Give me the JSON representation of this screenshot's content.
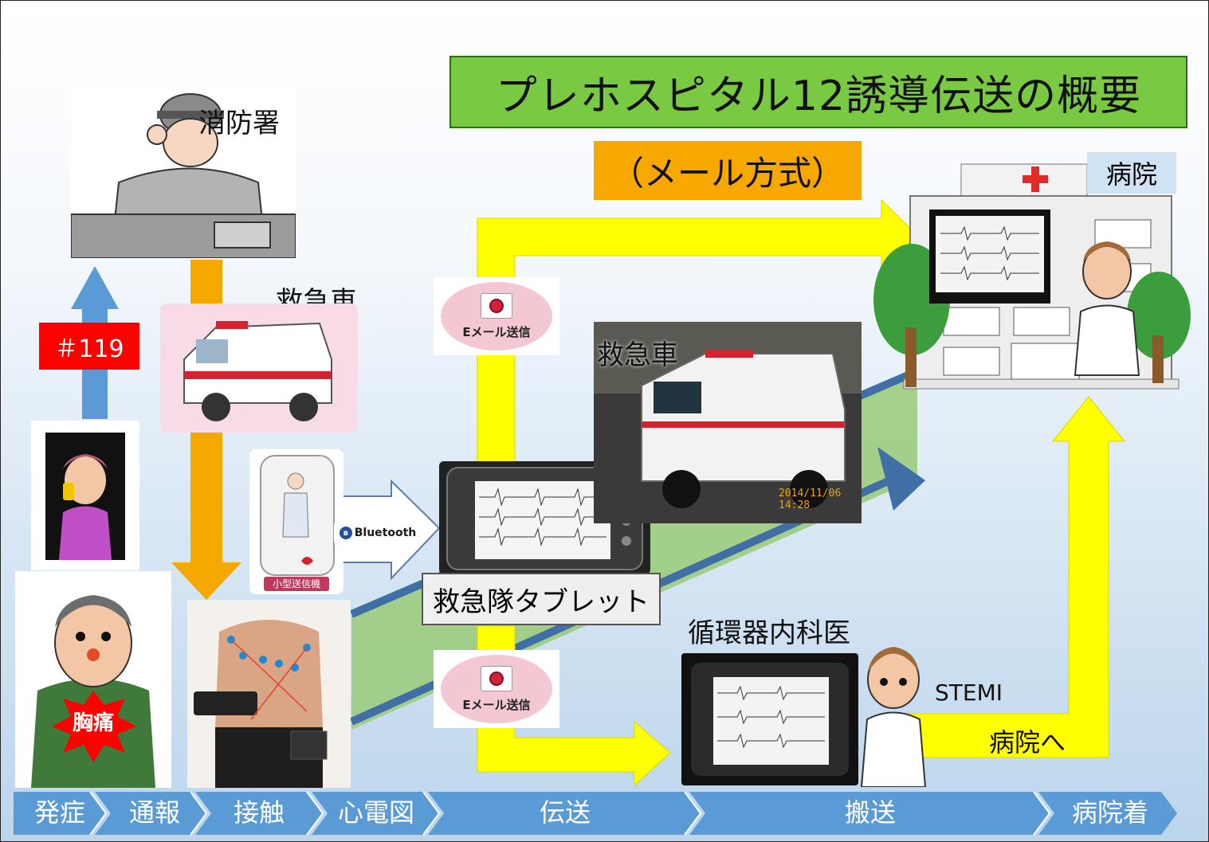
{
  "title": "プレホスピタル12誘導伝送の概要",
  "subtitle": "（メール方式）",
  "labels": {
    "fire_station": "消防署",
    "ambulance_top": "救急車",
    "ambulance_photo": "救急車",
    "hospital": "病院",
    "call_number": "＃119",
    "tablet": "救急隊タブレット",
    "cardiologist": "循環器内科医",
    "stemi": "STEMI",
    "to_hospital": "病院へ",
    "chest_pain": "胸痛",
    "bluetooth": "Bluetooth",
    "transmitter": "小型送信機"
  },
  "email_top": "Eメール送信",
  "email_bottom": "Eメール送信",
  "photo_timestamp": "2014/11/06 14:28",
  "flow_steps": [
    "発症",
    "通報",
    "接触",
    "心電図",
    "伝送",
    "搬送",
    "病院着"
  ],
  "colors": {
    "title_bg": "#7ac943",
    "subtitle_bg": "#f7a800",
    "orange_arrow": "#f5a800",
    "yellow_arrow": "#ffff00",
    "blue_arrow": "#5b9bd5",
    "flow_bar": "#5b9bd5",
    "call_box": "#ff0000"
  }
}
